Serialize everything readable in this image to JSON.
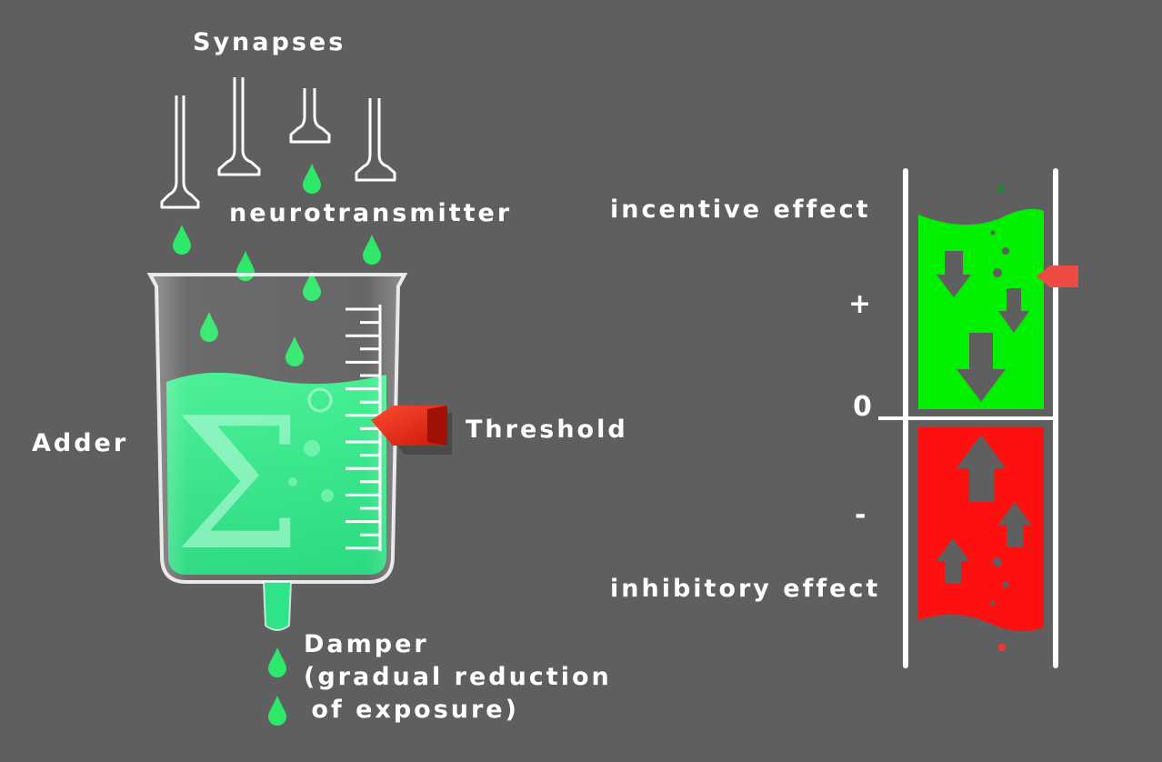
{
  "labels": {
    "synapses": "Synapses",
    "neurotransmitter": "neurotransmitter",
    "adder": "Adder",
    "threshold": "Threshold",
    "damper_line1": "Damper",
    "damper_line2": "(gradual reduction",
    "damper_line3": " of exposure)",
    "incentive": "incentive effect",
    "inhibitory": "inhibitory effect",
    "plus": "+",
    "zero": "0",
    "minus": "-",
    "sigma": "Σ"
  },
  "colors": {
    "background": "#5f5f5f",
    "neurotransmitter": "#2ee86a",
    "adder_liquid": "#2ee38a",
    "incentive": "#00f000",
    "inhibitory": "#ff1010",
    "threshold_arrow": "#e82a1a",
    "level_marker": "#f04a45"
  }
}
